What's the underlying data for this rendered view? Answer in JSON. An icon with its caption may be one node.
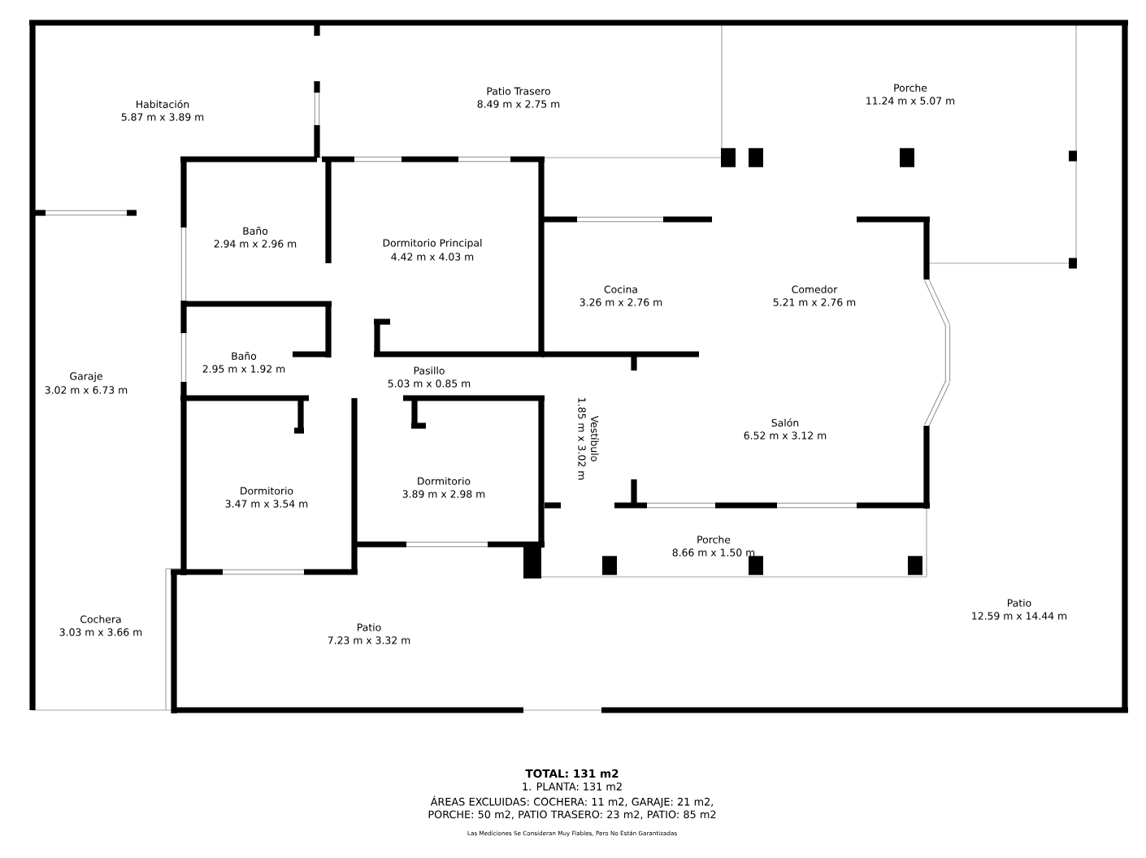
{
  "diagram": {
    "labels": [
      "Habitación",
      "5.87 m x 3.89 m",
      "Patio Trasero",
      "8.49 m x 2.75 m",
      "Porche",
      "11.24 m x 5.07 m",
      "Baño",
      "2.94 m x 2.96 m",
      "Dormitorio Principal",
      "4.42 m x 4.03 m",
      "Cocina",
      "3.26 m x 2.76 m",
      "Comedor",
      "5.21 m x 2.76 m",
      "Baño",
      "2.95 m x 1.92 m",
      "Pasillo",
      "5.03 m x 0.85 m",
      "Garaje",
      "3.02 m x 6.73 m",
      "Vestíbulo",
      "1.85 m x 3.02 m",
      "Salón",
      "6.52 m x 3.12 m",
      "Dormitorio",
      "3.47 m x 3.54 m",
      "Dormitorio",
      "3.89 m x 2.98 m",
      "Porche",
      "8.66 m x 1.50 m",
      "Cochera",
      "3.03 m x 3.66 m",
      "Patio",
      "7.23 m x 3.32 m",
      "Patio",
      "12.59 m x 14.44 m",
      "TOTAL: 131 m2",
      "1. PLANTA: 131 m2",
      "ÁREAS EXCLUIDAS: COCHERA: 11 m2, GARAJE: 21 m2, PORCHE: 50 m2, PATIO TRASERO: 23 m2, PATIO: 85 m2",
      "Las Mediciones Se Consideran Muy Fiables, Pero No Están Garantizadas"
    ]
  }
}
